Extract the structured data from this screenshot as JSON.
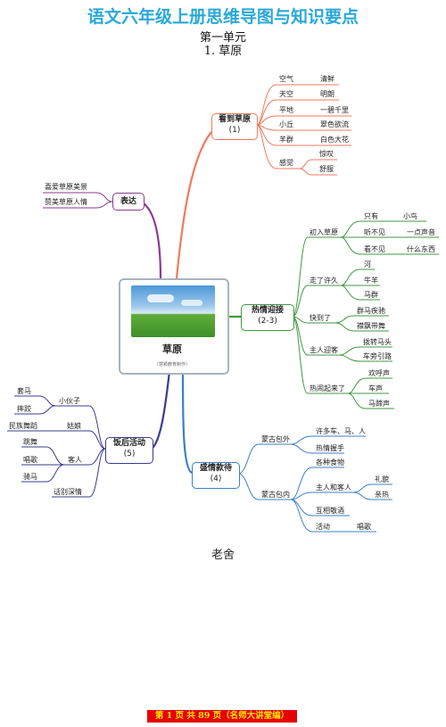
{
  "header": {
    "title": "语文六年级上册思维导图与知识要点",
    "unit": "第一单元",
    "lesson": "1. 草原"
  },
  "center": {
    "name": "草原",
    "note": "（慧颖教育制作）"
  },
  "branches": {
    "kan_dao": {
      "title": "看到草原",
      "num": "(1)",
      "color": "#f07a5f",
      "items": [
        {
          "k": "空气",
          "v": "清鲜"
        },
        {
          "k": "天空",
          "v": "明朗"
        },
        {
          "k": "平地",
          "v": "一碧千里"
        },
        {
          "k": "小丘",
          "v": "翠色欲流"
        },
        {
          "k": "羊群",
          "v": "白色大花"
        }
      ],
      "feel": {
        "k": "感觉",
        "v1": "惊叹",
        "v2": "舒服"
      }
    },
    "biao_da": {
      "title": "表达",
      "color": "#8b3a8f",
      "items": [
        "喜爱草原美景",
        "赞美草原人情"
      ]
    },
    "re_qing": {
      "title": "热情迎接",
      "num": "(2-3)",
      "color": "#3f9a3f",
      "chu_ru": {
        "label": "初入草原",
        "a1": "只有",
        "b1": "小鸟",
        "a2": "听不见",
        "b2": "一点声音",
        "a3": "看不见",
        "b3": "什么东西"
      },
      "zou_le": {
        "label": "走了许久",
        "items": [
          "河",
          "牛羊",
          "马群"
        ]
      },
      "kuai_dao": {
        "label": "快到了",
        "items": [
          "群马疾驰",
          "襟飘带舞"
        ]
      },
      "zhu_ren": {
        "label": "主人迎客",
        "items": [
          "拨转马头",
          "车旁引路"
        ]
      },
      "re_nao": {
        "label": "热闹起来了",
        "items": [
          "欢呼声",
          "车声",
          "马蹄声"
        ]
      }
    },
    "sheng_qing": {
      "title": "盛情款待",
      "num": "(4)",
      "color": "#3b7fc9",
      "wai": {
        "label": "蒙古包外",
        "items": [
          "许多车、马、人",
          "热情握手"
        ]
      },
      "nei": {
        "label": "蒙古包内",
        "food": "各种食物",
        "host": "主人和客人",
        "li": "礼貌",
        "qin": "亲热",
        "toast": "互相敬酒",
        "act": "活动",
        "sing": "唱歌"
      }
    },
    "fan_hou": {
      "title": "饭后活动",
      "num": "(5)",
      "color": "#3b3b8f",
      "youth": {
        "label": "小伙子",
        "items": [
          "套马",
          "摔跤"
        ]
      },
      "girl": {
        "label": "姑娘",
        "item": "民族舞蹈"
      },
      "guest": {
        "label": "客人",
        "items": [
          "跳舞",
          "唱歌",
          "骑马"
        ]
      },
      "farewell": "话别深情"
    }
  },
  "author": "老舍",
  "footer": "第 1 页 共 89 页（名师大讲堂编）"
}
